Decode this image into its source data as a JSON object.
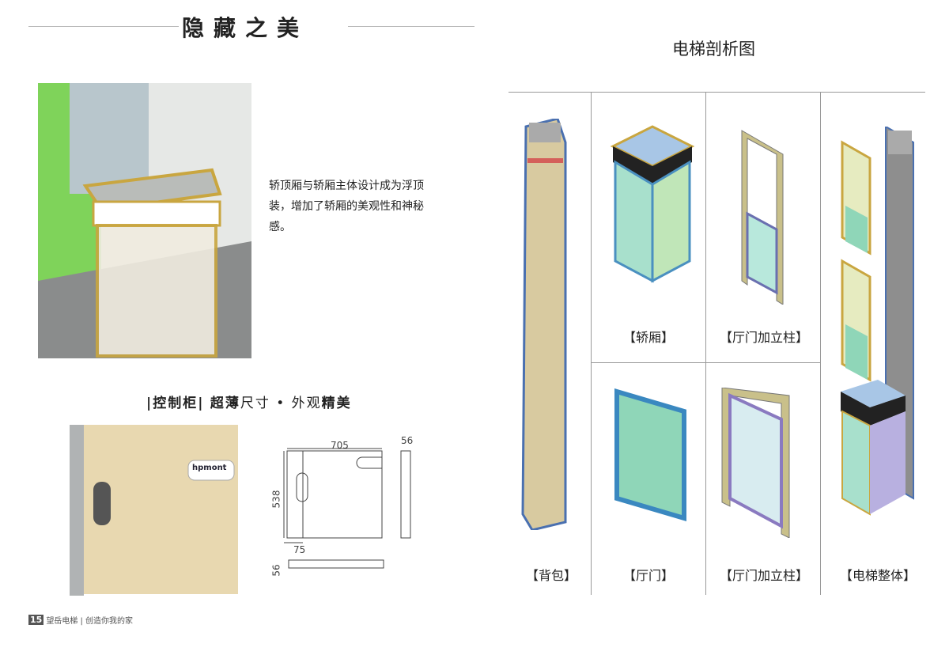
{
  "left": {
    "title": "隐藏之美",
    "description": "轿顶厢与轿厢主体设计成为浮顶装，增加了轿厢的美观性和神秘感。",
    "cabinet_heading": {
      "bracket": "|控制柜|",
      "part1": "超薄",
      "part2": "尺寸 • 外观",
      "part3": "精美"
    },
    "brand_logo": "hpmont",
    "dimensions": {
      "width": "705",
      "depth_top": "56",
      "height": "538",
      "offset": "75",
      "depth_bottom": "56"
    },
    "footer": {
      "page": "15",
      "text": "望岳电梯 | 创造你我的家"
    }
  },
  "right": {
    "title": "电梯剖析图",
    "labels": {
      "backpack": "【背包】",
      "car": "【轿厢】",
      "door_column_1": "【厅门加立柱】",
      "door": "【厅门】",
      "door_column_2": "【厅门加立柱】",
      "whole": "【电梯整体】"
    }
  }
}
